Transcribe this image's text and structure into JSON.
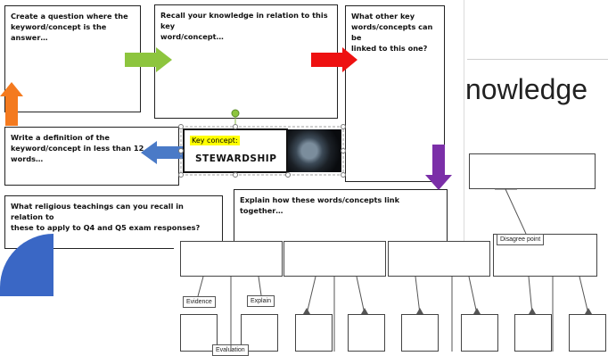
{
  "worksheet": {
    "prompts": {
      "question": "Create a question where the\nkeyword/concept is the answer…",
      "recall": "Recall your knowledge in relation to this key\nword/concept…",
      "linked": "What other key\nwords/concepts can be\nlinked to this one?",
      "definition": "Write a definition of the\nkeyword/concept in less than 12 words…",
      "religious": "What religious teachings can you recall in relation to\nthese to apply to Q4 and Q5 exam responses?",
      "explain": "Explain how these words/concepts link together…"
    },
    "key_concept_label": "Key concept:",
    "key_concept_value": "STEWARDSHIP"
  },
  "background_slide": {
    "title_fragment": "nowledge"
  },
  "diagram": {
    "disagree_label": "Disagree point",
    "evidence_label": "Evidence",
    "explain_label": "Explain",
    "evaluation_label": "Evaluation"
  },
  "colors": {
    "green_arrow": "#8dc53e",
    "red_arrow": "#ee1111",
    "blue_arrow": "#4a7ac7",
    "orange_arrow": "#f47a1f",
    "purple_arrow": "#7b2fa8",
    "highlight": "#ffff00"
  }
}
